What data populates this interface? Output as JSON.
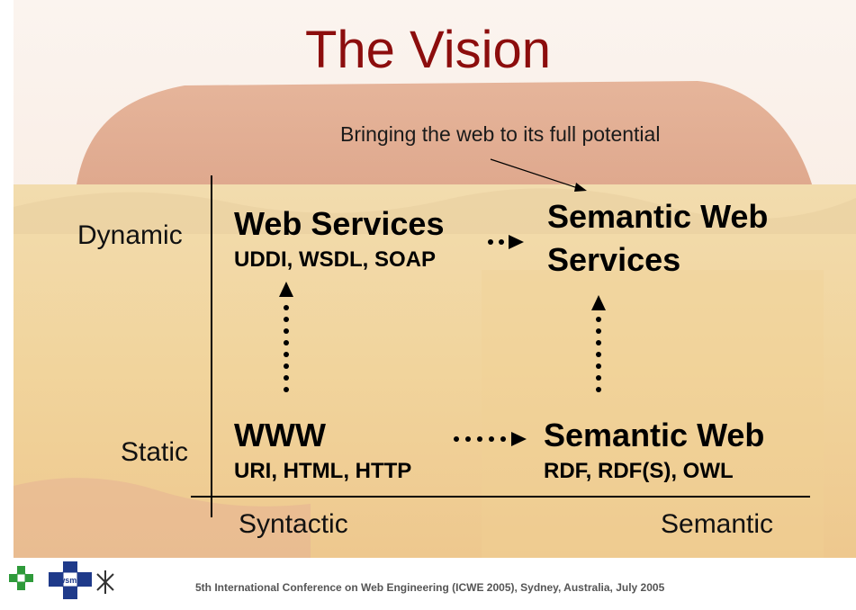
{
  "title": "The Vision",
  "subtitle": "Bringing the web to its full potential",
  "axes": {
    "y_labels": {
      "top": "Dynamic",
      "bottom": "Static"
    },
    "x_labels": {
      "left": "Syntactic",
      "right": "Semantic"
    }
  },
  "nodes": {
    "web_services": {
      "title": "Web Services",
      "sub": "UDDI, WSDL, SOAP"
    },
    "semantic_web_services": {
      "title": "Semantic Web Services"
    },
    "www": {
      "title": "WWW",
      "sub": "URI, HTML, HTTP"
    },
    "semantic_web": {
      "title": "Semantic Web",
      "sub": "RDF, RDF(S), OWL"
    }
  },
  "footer": {
    "text": "5th International Conference on Web Engineering (ICWE 2005), Sydney, Australia, July 2005",
    "logo_text": "wsmo"
  },
  "colors": {
    "title": "#8c0d0d",
    "logo_green": "#2e9a3a",
    "logo_blue": "#1f3a8a"
  }
}
